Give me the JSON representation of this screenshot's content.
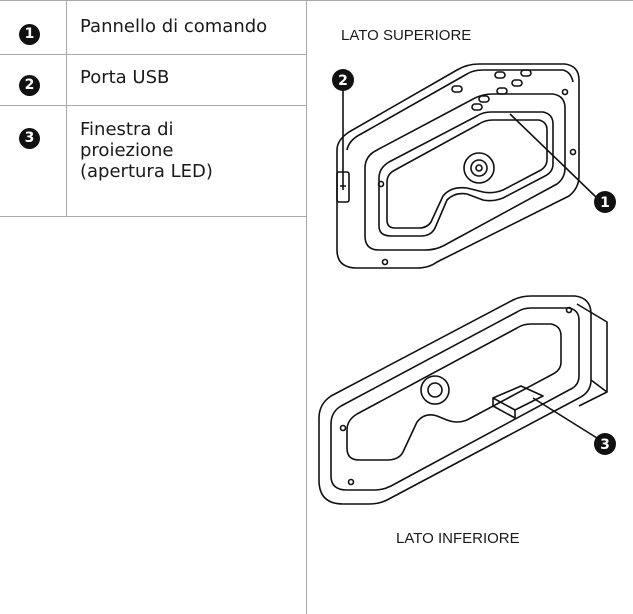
{
  "legend": {
    "items": [
      {
        "num": "1",
        "label": "Pannello di comando"
      },
      {
        "num": "2",
        "label": "Porta USB"
      },
      {
        "num": "3",
        "label": "Finestra di proiezione (apertura LED)"
      }
    ]
  },
  "figure": {
    "top_label": "LATO SUPERIORE",
    "bottom_label": "LATO INFERIORE",
    "callouts": [
      "2",
      "1",
      "3"
    ]
  }
}
